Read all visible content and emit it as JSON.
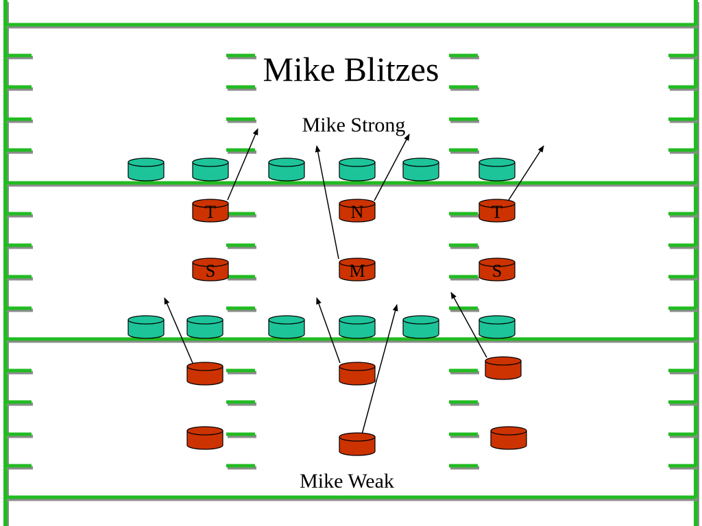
{
  "title": "Mike Blitzes",
  "diagram": {
    "top_caption": "Mike Strong",
    "bottom_caption": "Mike Weak",
    "colors": {
      "field_line": "#22bb22",
      "line_shadow": "#8c8c8c",
      "offense_fill": "#1dc49a",
      "defense_fill": "#cc3300",
      "outline": "#000000"
    },
    "strong_side": {
      "defense": [
        {
          "label": "T"
        },
        {
          "label": "N"
        },
        {
          "label": "T"
        },
        {
          "label": "S"
        },
        {
          "label": "M"
        },
        {
          "label": "S"
        }
      ]
    }
  }
}
